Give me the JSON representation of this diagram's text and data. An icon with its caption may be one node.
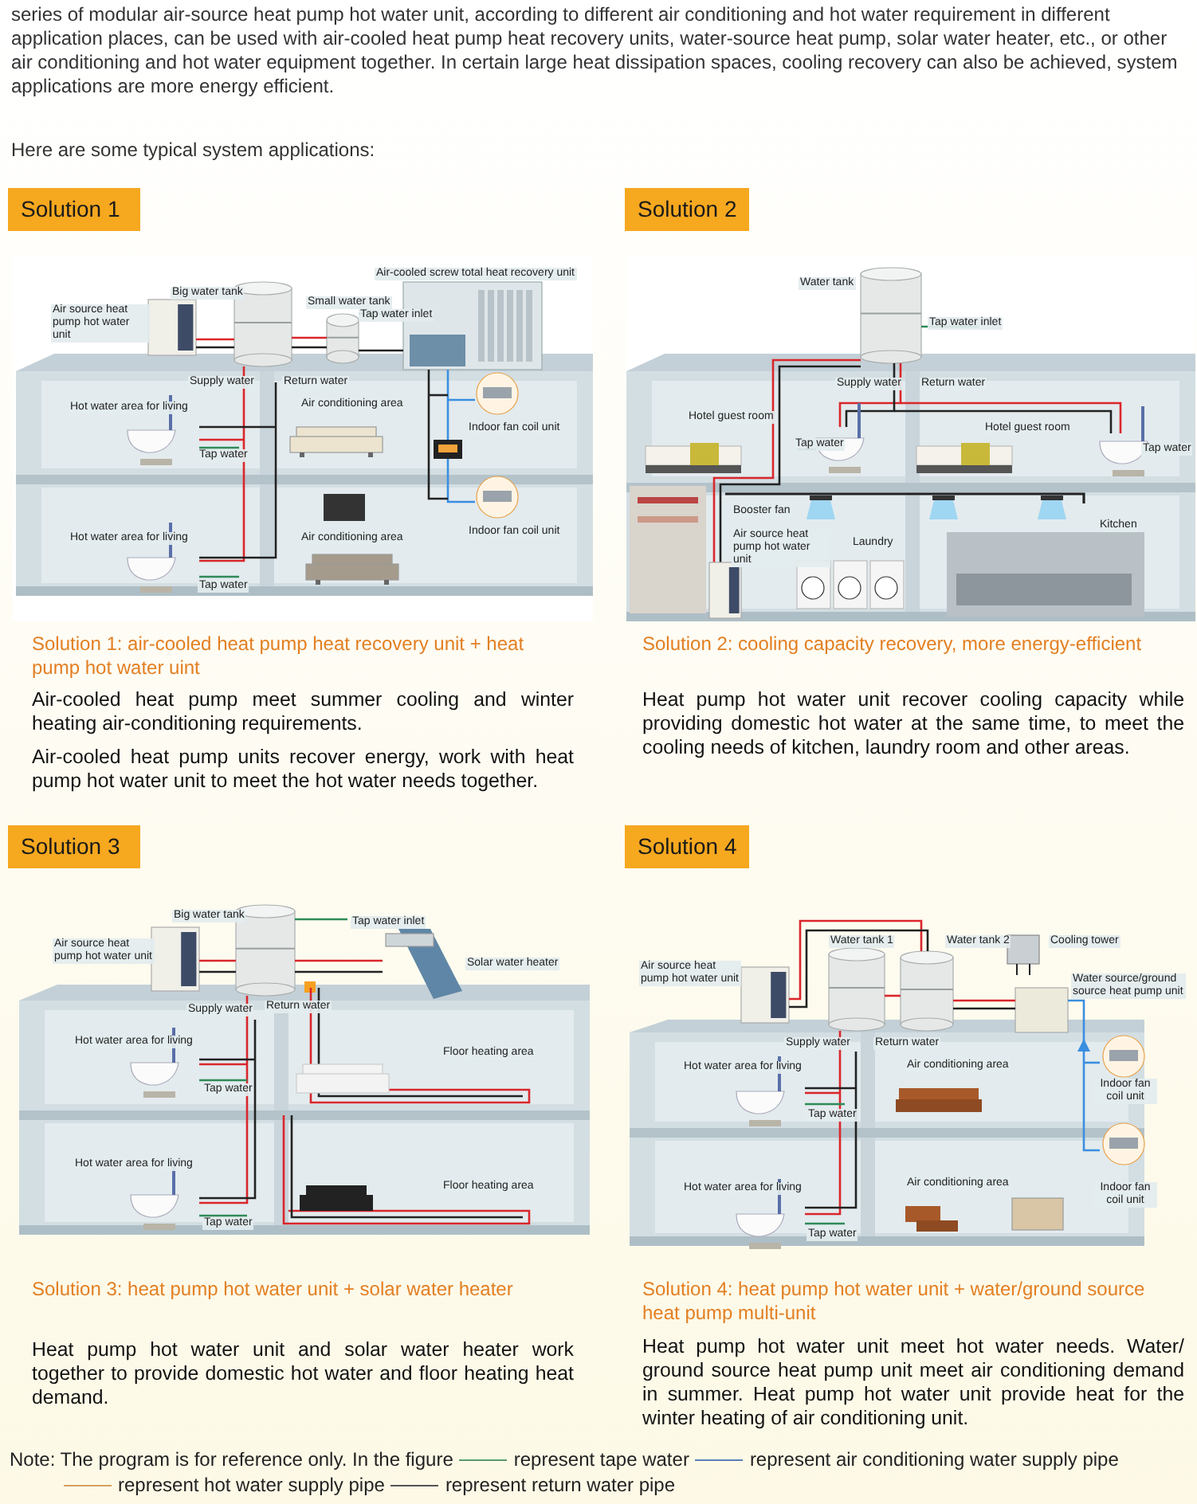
{
  "diagram": {
    "nodes": [
      {
        "text": [
          "Solution 1"
        ]
      },
      {
        "text": [
          "Solution 2"
        ]
      },
      {
        "text": [
          "Solution 3"
        ]
      },
      {
        "text": [
          "Solution 4"
        ]
      }
    ],
    "labels": [
      "series of modular air-source heat pump hot water unit, according to different air conditioning and hot water requirement in different application places, can be used with air-cooled heat pump heat recovery units, water-source heat pump, solar water heater, etc., or other air conditioning and hot water equipment together. In certain large heat dissipation spaces, cooling recovery can also be achieved, system applications are more energy efficient.",
      "Here are some typical system applications:",
      "Air-cooled screw total heat recovery unit",
      "Big water tank",
      "Air source heat pump hot water unit",
      "Small water tank",
      "Tap water inlet",
      "Supply water",
      "Return water",
      "Hot water area for living",
      "Air conditioning area",
      "Indoor fan coil unit",
      "Tap water",
      "Hot water area for living",
      "Air conditioning area",
      "Indoor fan coil unit",
      "Tap water",
      "Water tank",
      "Tap water inlet",
      "Supply water",
      "Return water",
      "Hotel guest room",
      "Hotel guest room",
      "Tap water",
      "Tap water",
      "Booster fan",
      "Air source heat pump hot water unit",
      "Laundry",
      "Kitchen",
      "Solution 1: air-cooled heat pump heat recovery unit + heat pump hot water uint",
      "Solution 2: cooling capacity recovery, more energy-efficient",
      "Air-cooled heat pump meet summer cooling and winter heating air-conditioning requirements.",
      "Heat pump hot water unit recover cooling capacity while providing domestic hot water at the same time, to meet the cooling needs of kitchen, laundry room and other areas.",
      "Air-cooled heat pump units recover energy, work with heat pump hot water unit to meet the hot water needs together.",
      "Big water tank",
      "Tap water inlet",
      "Air source heat pump hot water unit",
      "Solar water heater",
      "Supply water",
      "Return water",
      "Hot water area for living",
      "Floor heating area",
      "Tap water",
      "Hot water area for living",
      "Floor heating area",
      "Tap water",
      "Water tank 1",
      "Water tank 2",
      "Cooling tower",
      "Air source heat pump hot water unit",
      "Water source/ground source heat pump unit",
      "Supply water",
      "Return water",
      "Hot water area for living",
      "Air conditioning area",
      "Indoor fan coil unit",
      "Tap water",
      "Hot water area for living",
      "Air conditioning area",
      "Indoor fan coil unit",
      "Tap water",
      "Solution 3: heat pump hot water unit + solar water heater",
      "Solution 4: heat pump hot water unit + water/ground source heat pump multi-unit",
      "Heat pump hot water unit and solar water heater work together to provide domestic hot water and floor heating heat demand.",
      "Heat pump hot water unit meet hot water needs. Water/ ground source heat pump unit meet air conditioning demand in summer. Heat pump hot water unit provide heat for the winter heating of air conditioning unit.",
      "Note: The program is for reference only. In the figure"
    ],
    "legend": [
      {
        "text": "represent tape water"
      },
      {
        "text": "represent air conditioning water supply pipe"
      },
      {
        "text": "represent hot water supply pipe"
      },
      {
        "text": "represent return water pipe"
      }
    ]
  }
}
